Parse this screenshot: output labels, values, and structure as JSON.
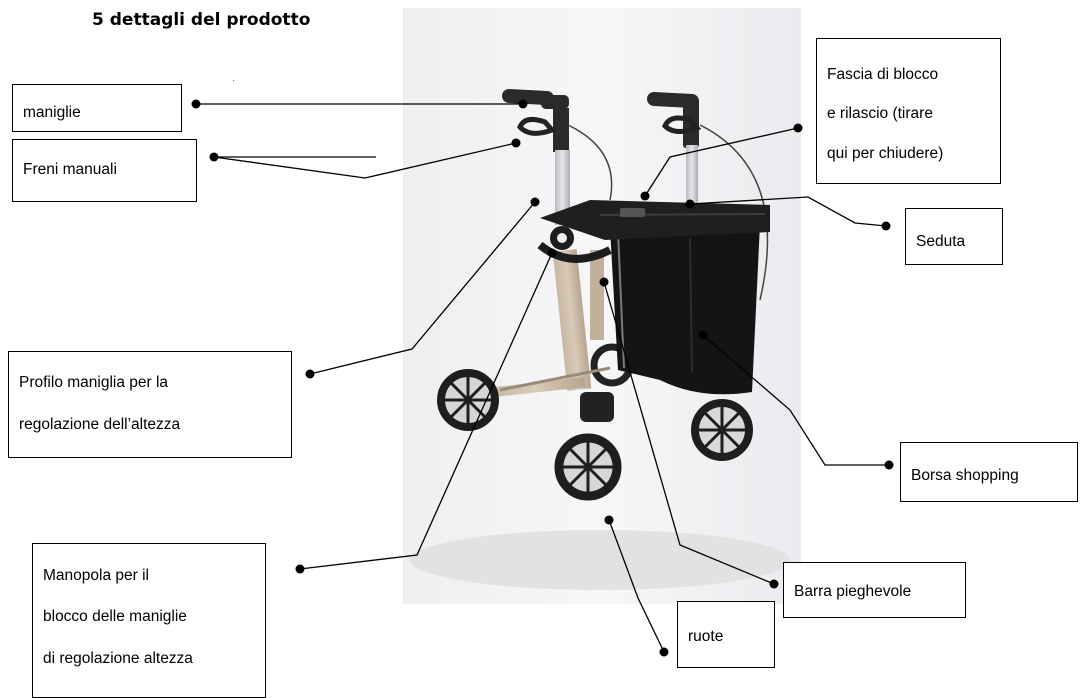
{
  "title": "5 dettagli del prodotto",
  "labels": {
    "maniglie": "maniglie",
    "freni": "Freni manuali",
    "fascia": [
      "Fascia di blocco",
      "e rilascio (tirare",
      "qui per chiudere)"
    ],
    "seduta": "Seduta",
    "profilo": [
      "Profilo maniglia per la",
      "regolazione dell’altezza"
    ],
    "borsa": "Borsa shopping",
    "manopola": [
      "Manopola per il",
      "blocco delle maniglie",
      "di regolazione altezza"
    ],
    "barra": "Barra pieghevole",
    "ruote": "ruote"
  }
}
